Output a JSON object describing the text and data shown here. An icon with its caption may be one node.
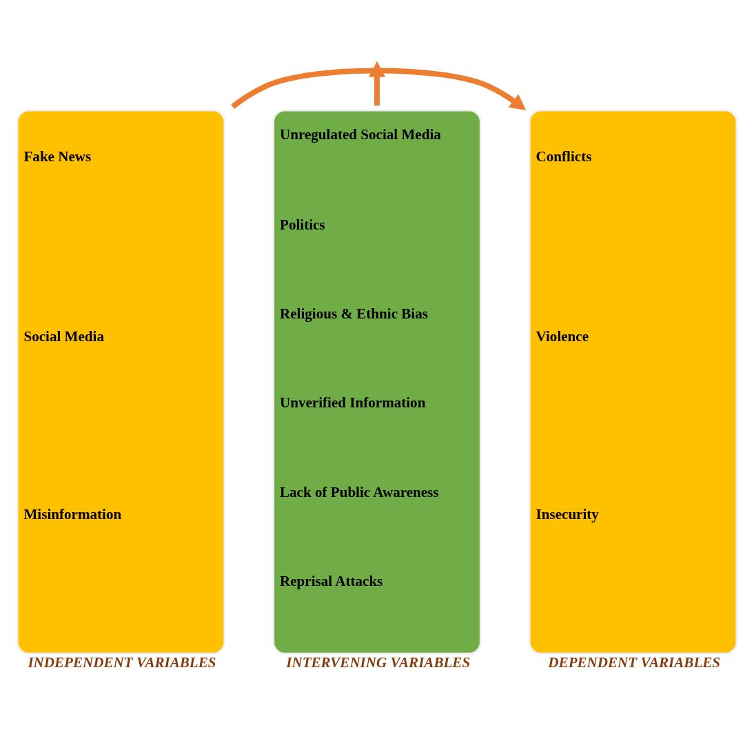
{
  "diagram": {
    "nodes": [
      {
        "text": [
          "Fake News",
          "Social Media",
          "Misinformation",
          "INDEPENDENT VARIABLES"
        ]
      },
      {
        "text": [
          "Unregulated Social Media",
          "Politics",
          "Religious & Ethnic Bias",
          "Unverified Information",
          "Lack of Public Awareness",
          "Reprisal Attacks",
          "INTERVENING VARIABLES"
        ]
      },
      {
        "text": [
          "Conflicts",
          "Violence",
          "Insecurity",
          "DEPENDENT VARIABLES"
        ]
      }
    ],
    "edges": [
      {
        "from": 0,
        "to": 2,
        "arrow": "to"
      },
      {
        "from": 1,
        "to": null,
        "arrow": "to"
      }
    ]
  }
}
